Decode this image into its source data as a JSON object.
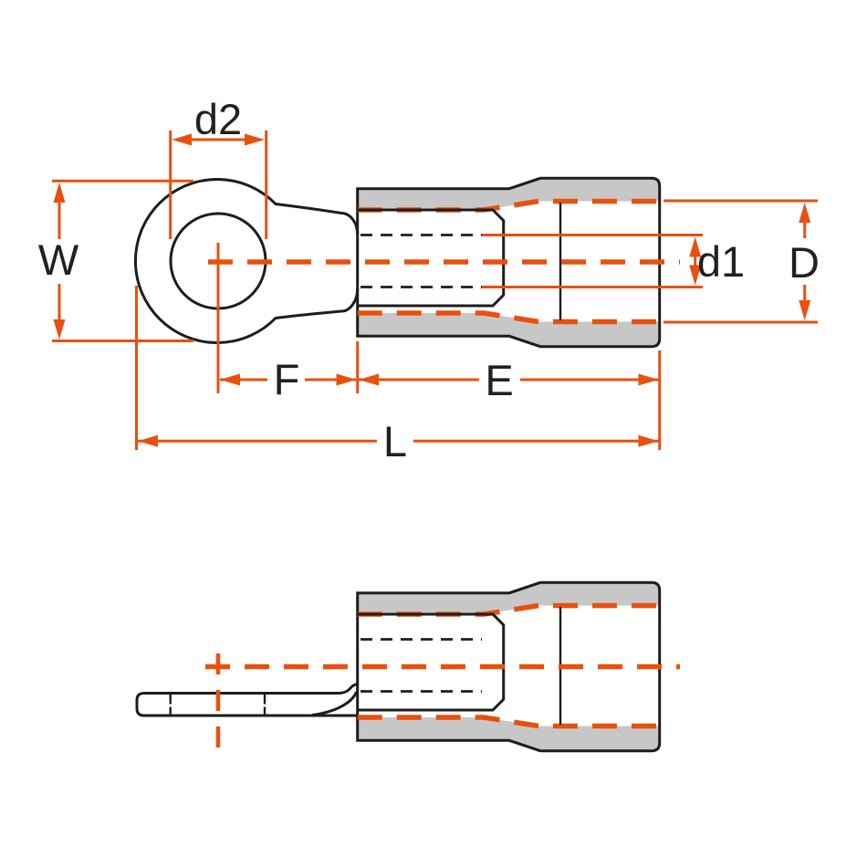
{
  "diagram": {
    "type": "technical-drawing",
    "subject": "insulated ring terminal dimensional drawing, two orthographic views",
    "views": {
      "top": "top-view",
      "side": "side-view"
    },
    "dimension_labels": {
      "W": "W",
      "d2": "d2",
      "d1": "d1",
      "D": "D",
      "F": "F",
      "E": "E",
      "L": "L"
    },
    "colors": {
      "dimension_lines": "#e8500f",
      "outline": "#1d1d1b",
      "insulation_fill": "#c7c7c7",
      "label_text": "#231f20",
      "background": "#ffffff"
    }
  }
}
